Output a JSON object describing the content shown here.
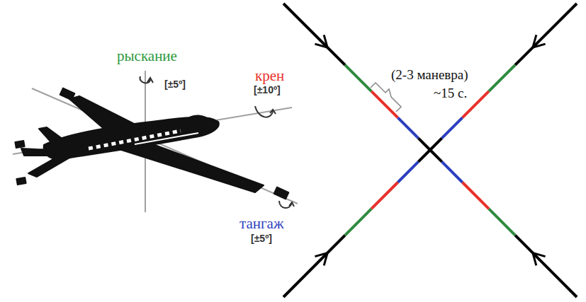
{
  "diagram": {
    "labels": [
      "рыскание",
      "[±5º]",
      "крен",
      "[±10º]",
      "тангаж",
      "[±5º]",
      "(2-3 маневра)",
      "~15 с."
    ]
  }
}
